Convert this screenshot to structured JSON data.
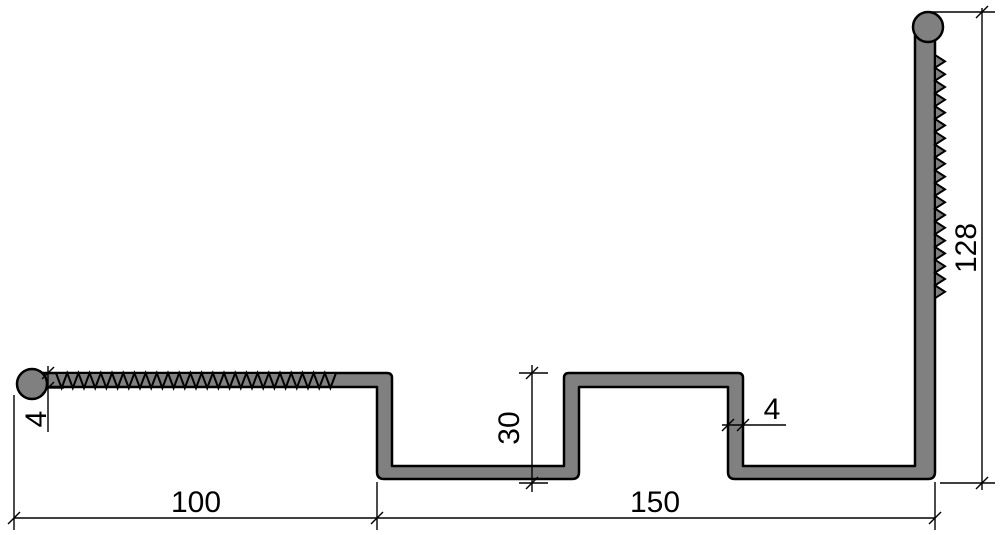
{
  "colors": {
    "profile_fill": "#808080",
    "profile_stroke": "#000000",
    "dimension_line": "#000000",
    "background": "#ffffff"
  },
  "dimensions": {
    "left_flange_width": "100",
    "right_flange_width": "150",
    "vertical_height": "128",
    "rib_height": "30",
    "thickness_left": "4",
    "thickness_right": "4"
  }
}
